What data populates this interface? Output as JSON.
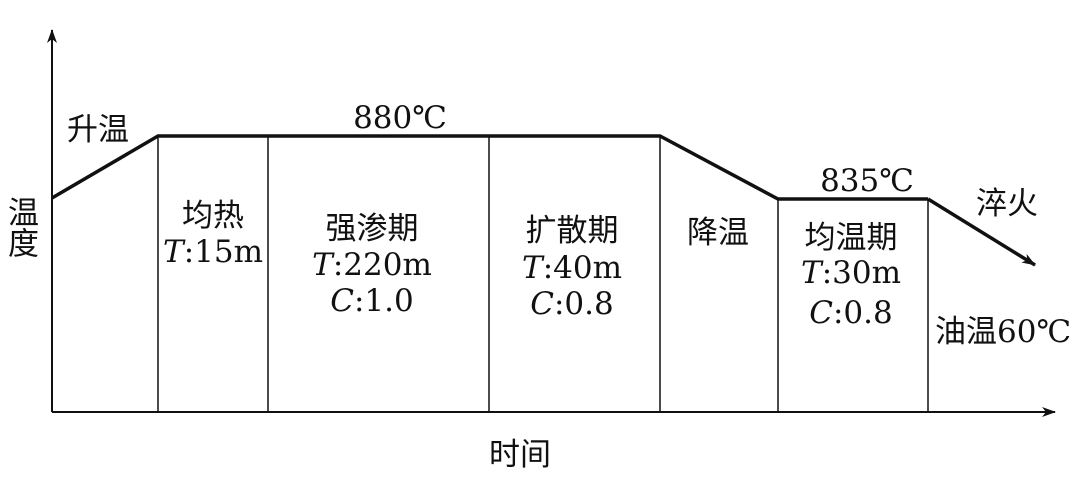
{
  "axes": {
    "y_label": "温度",
    "x_label": "时间"
  },
  "labels": {
    "heating": "升温",
    "hold_temp": "880℃",
    "second_temp": "835℃",
    "quench": "淬火",
    "oil_temp": "油温60℃"
  },
  "stages": [
    {
      "name": "均热",
      "t_key": "T",
      "t_value": ":15m"
    },
    {
      "name": "强渗期",
      "t_key": "T",
      "t_value": ":220m",
      "c_key": "C",
      "c_value": ":1.0"
    },
    {
      "name": "扩散期",
      "t_key": "T",
      "t_value": ":40m",
      "c_key": "C",
      "c_value": ":0.8"
    },
    {
      "name": "降温"
    },
    {
      "name": "均温期",
      "t_key": "T",
      "t_value": ":30m",
      "c_key": "C",
      "c_value": ":0.8"
    }
  ]
}
